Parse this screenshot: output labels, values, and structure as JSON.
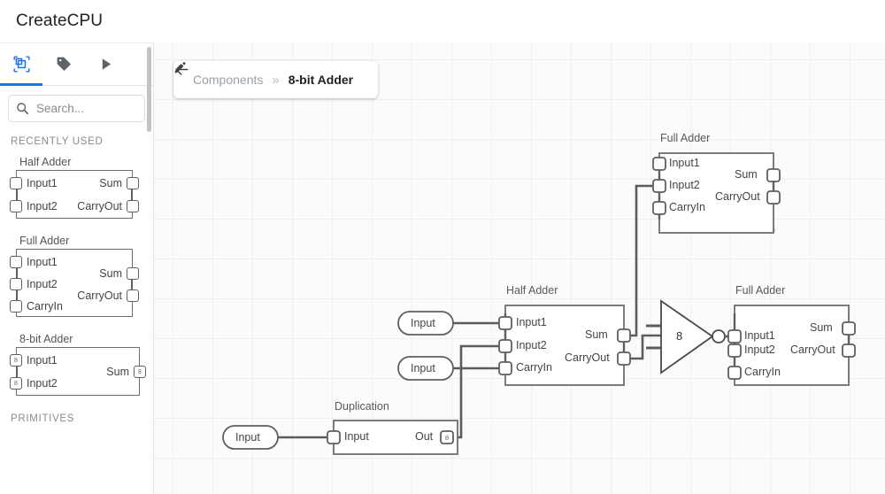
{
  "app": {
    "title": "CreateCPU"
  },
  "sidebar": {
    "tabs": [
      {
        "name": "components-tab",
        "icon": "components-icon",
        "active": true
      },
      {
        "name": "tags-tab",
        "icon": "tag-icon",
        "active": false
      },
      {
        "name": "run-tab",
        "icon": "play-icon",
        "active": false
      }
    ],
    "search": {
      "value": "",
      "placeholder": "Search...",
      "icon": "search-icon"
    },
    "sections": [
      {
        "label": "RECENTLY USED"
      },
      {
        "label": "PRIMITIVES"
      }
    ],
    "palette": [
      {
        "title": "Half Adder",
        "inputs": [
          {
            "label": "Input1",
            "width": ""
          },
          {
            "label": "Input2",
            "width": ""
          }
        ],
        "outputs": [
          {
            "label": "Sum",
            "width": ""
          },
          {
            "label": "CarryOut",
            "width": ""
          }
        ]
      },
      {
        "title": "Full Adder",
        "inputs": [
          {
            "label": "Input1",
            "width": ""
          },
          {
            "label": "Input2",
            "width": ""
          },
          {
            "label": "CarryIn",
            "width": ""
          }
        ],
        "outputs": [
          {
            "label": "Sum",
            "width": ""
          },
          {
            "label": "CarryOut",
            "width": ""
          }
        ]
      },
      {
        "title": "8-bit Adder",
        "inputs": [
          {
            "label": "Input1",
            "width": "8"
          },
          {
            "label": "Input2",
            "width": "8"
          }
        ],
        "outputs": [
          {
            "label": "Sum",
            "width": "8"
          }
        ]
      }
    ]
  },
  "breadcrumb": {
    "back_icon": "arrow-left-icon",
    "root": "Components",
    "separator": "»",
    "current": "8-bit Adder",
    "edit_icon": "pencil-icon"
  },
  "canvas": {
    "nodes": {
      "full_adder_top": {
        "title": "Full Adder",
        "inputs": [
          "Input1",
          "Input2",
          "CarryIn"
        ],
        "outputs": [
          "Sum",
          "CarryOut"
        ]
      },
      "half_adder_mid": {
        "title": "Half Adder",
        "inputs": [
          "Input1",
          "Input2",
          "CarryIn"
        ],
        "outputs": [
          "Sum",
          "CarryOut"
        ]
      },
      "full_adder_right": {
        "title": "Full Adder",
        "inputs": [
          "Input1",
          "Input2",
          "CarryIn"
        ],
        "outputs": [
          "Sum",
          "CarryOut"
        ]
      },
      "duplication": {
        "title": "Duplication",
        "inputs": [
          "Input"
        ],
        "outputs": [
          "Out"
        ],
        "out_width": "8"
      },
      "bus_merge": {
        "label": "8"
      },
      "input_pills": [
        {
          "label": "Input"
        },
        {
          "label": "Input"
        },
        {
          "label": "Input"
        }
      ]
    }
  },
  "colors": {
    "accent": "#1a73e8",
    "wire": "#5c5c5c",
    "node_border": "#6e6e6e",
    "canvas_bg": "#fbfbfb",
    "grid": "#efefef"
  }
}
